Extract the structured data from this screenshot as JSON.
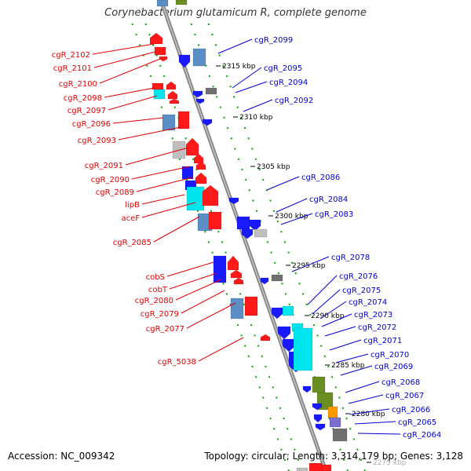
{
  "title": "Corynebacterium glutamicum R, complete genome",
  "footer": {
    "accession": "Accession: NC_009342",
    "summary": "Topology: circular; Length: 3,314,179 bp; Genes: 3,128"
  },
  "colors": {
    "left_label": "#e00000",
    "right_label": "#0000cc",
    "backbone": "#8a8a8a",
    "tick": "#00aa00",
    "gene_red": "#ff1a1a",
    "gene_blue": "#1a1aff",
    "gene_cyan": "#00e5ee",
    "gene_steel": "#5b8ec4",
    "gene_gray": "#bfbfbf",
    "gene_dark": "#707070",
    "gene_olive": "#6b8e23",
    "gene_orange": "#ff9900",
    "gene_slate": "#7a6fd0"
  },
  "scale_labels": [
    "2315 kbp",
    "2310 kbp",
    "2305 kbp",
    "2300 kbp",
    "2295 kbp",
    "2290 kbp",
    "2285 kbp",
    "2280 kbp",
    "2275 kbp"
  ],
  "left_genes": [
    "cgR_2102",
    "cgR_2101",
    "cgR_2100",
    "cgR_2098",
    "cgR_2097",
    "cgR_2096",
    "cgR_2093",
    "cgR_2091",
    "cgR_2090",
    "cgR_2089",
    "lipB",
    "aceF",
    "cgR_2085",
    "cobS",
    "cobT",
    "cgR_2080",
    "cgR_2079",
    "cgR_2077",
    "cgR_5038"
  ],
  "right_genes": [
    "cgR_2099",
    "cgR_2095",
    "cgR_2094",
    "cgR_2092",
    "cgR_2086",
    "cgR_2084",
    "cgR_2083",
    "cgR_2078",
    "cgR_2076",
    "cgR_2075",
    "cgR_2074",
    "cgR_2073",
    "cgR_2072",
    "cgR_2071",
    "cgR_2070",
    "cgR_2069",
    "cgR_2068",
    "cgR_2067",
    "cgR_2066",
    "cgR_2065",
    "cgR_2064"
  ]
}
